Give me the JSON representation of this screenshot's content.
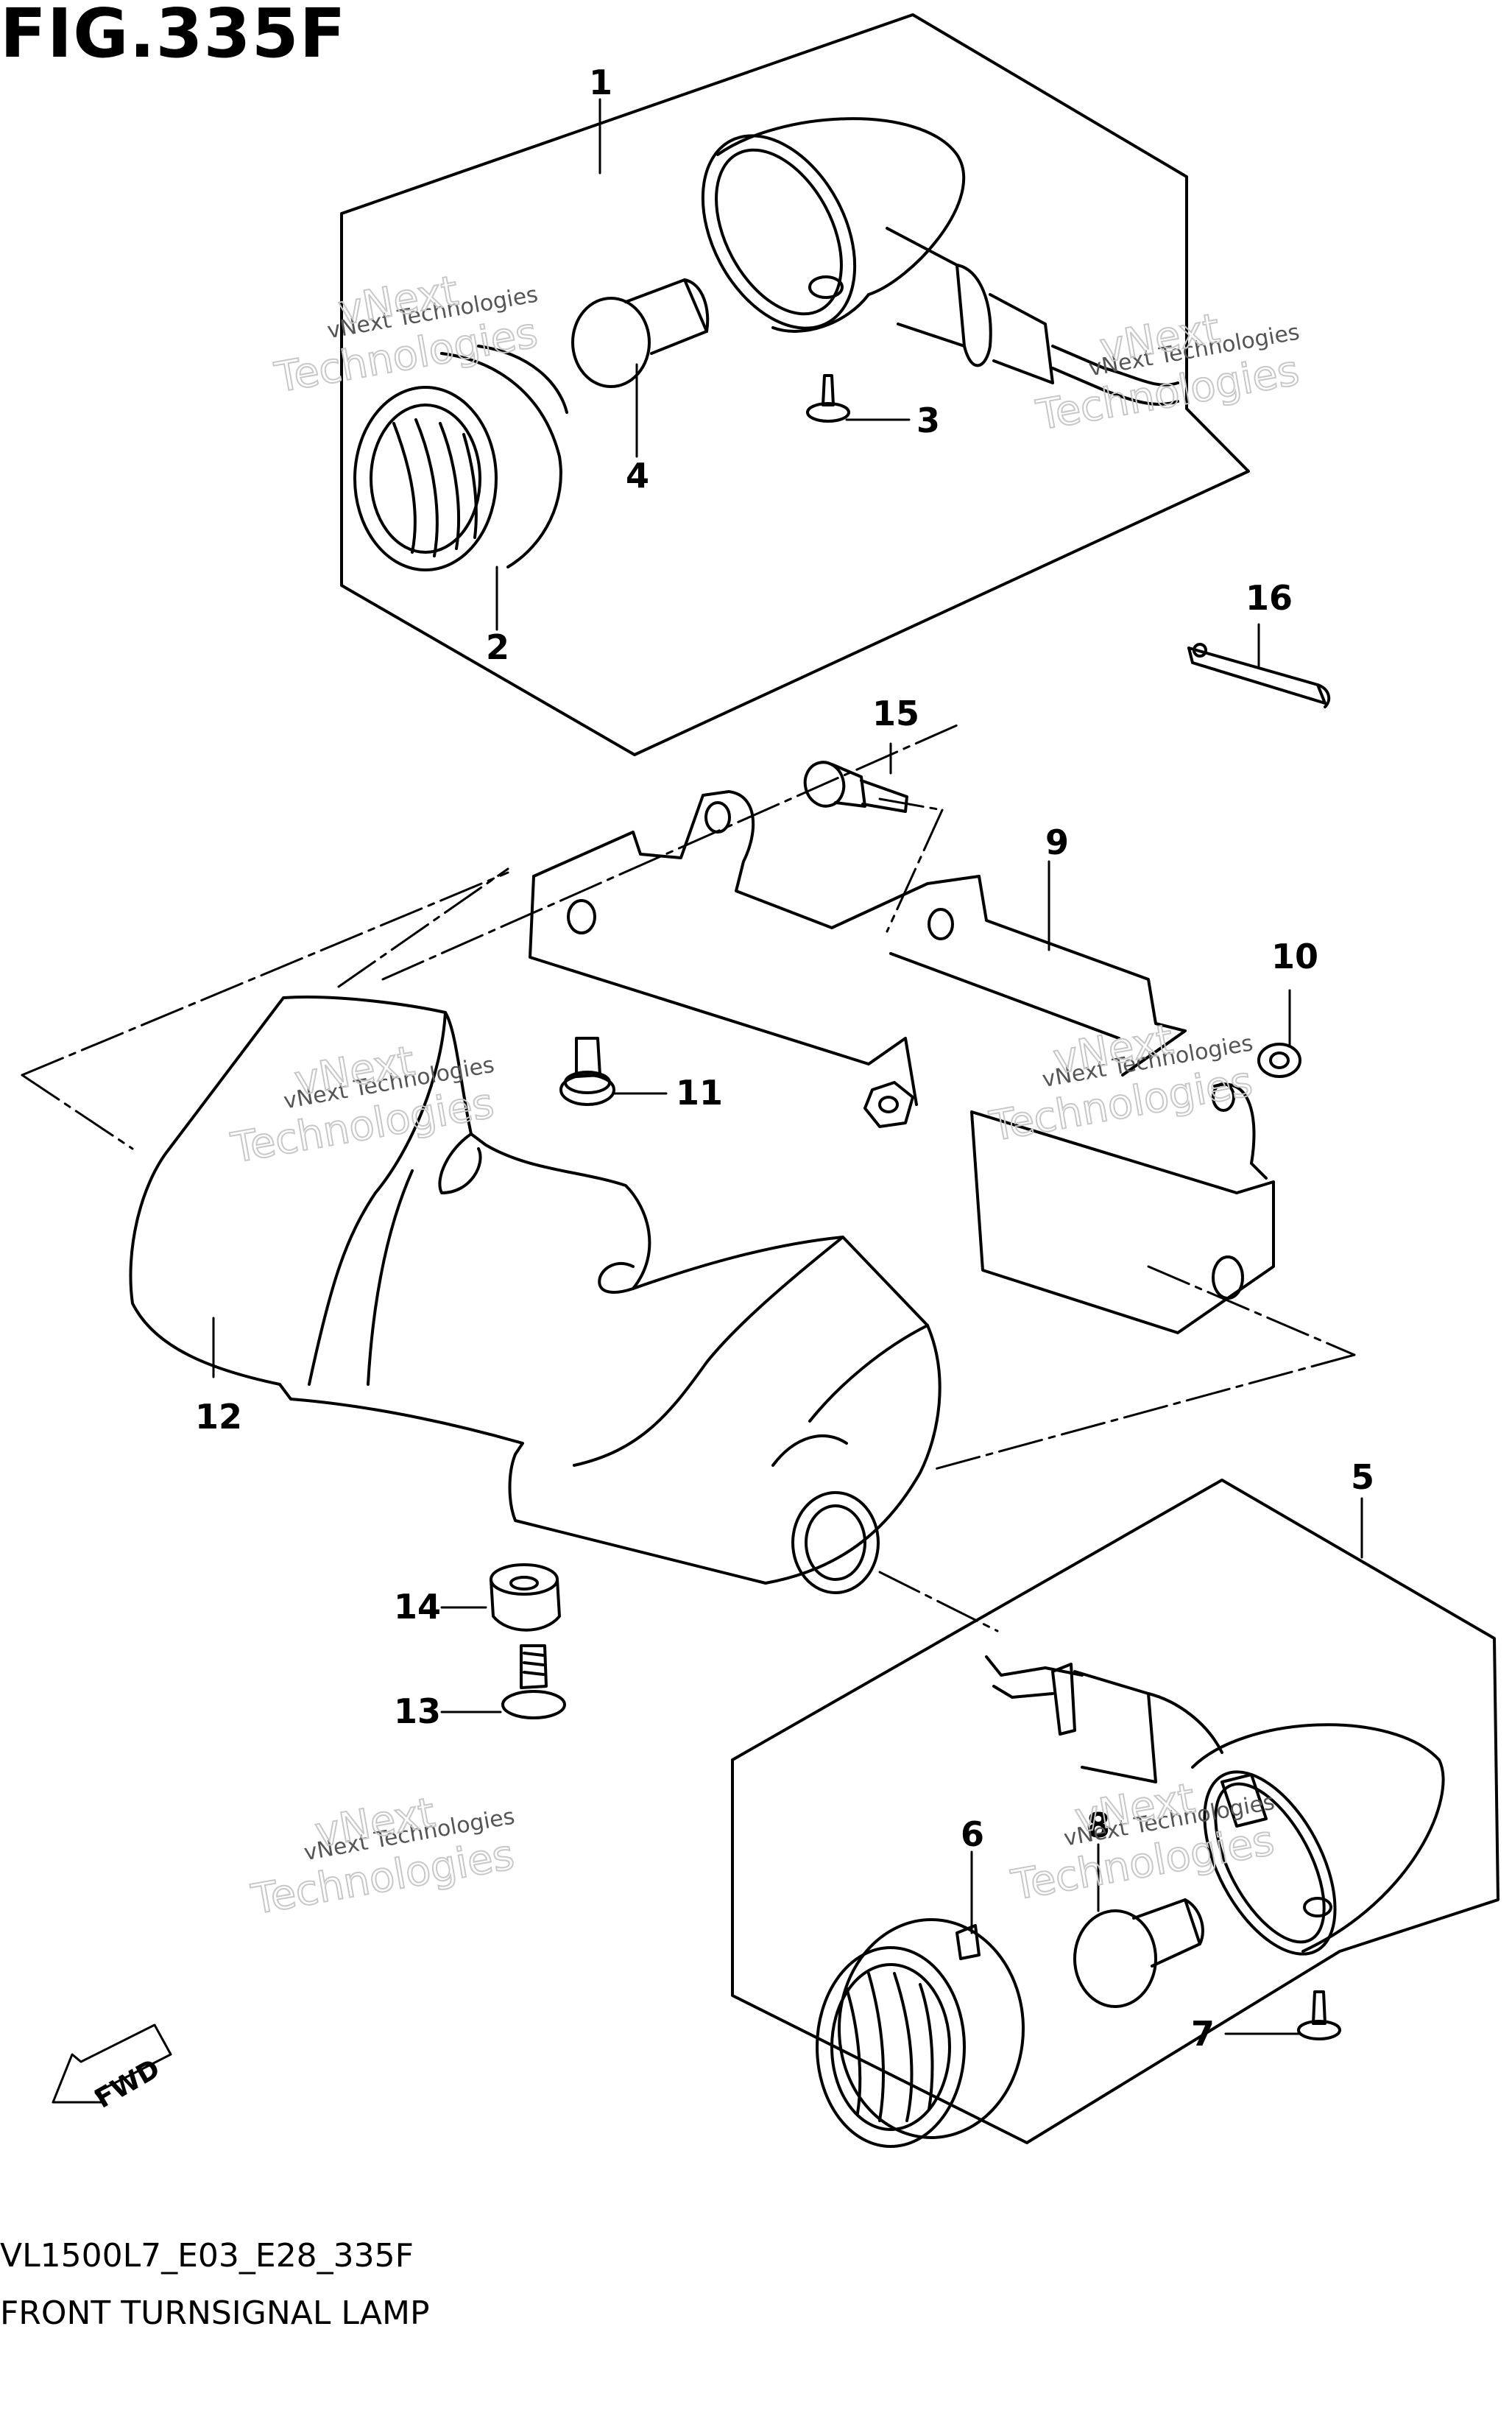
{
  "figure": {
    "title": "FIG.335F",
    "model_code": "VL1500L7_E03_E28_335F",
    "name": "FRONT TURNSIGNAL LAMP"
  },
  "fwd_label": "FWD",
  "watermark": {
    "line1": "vNext Technologies",
    "line2": "vNext",
    "line3": "Technologies"
  },
  "callouts": [
    "1",
    "2",
    "3",
    "4",
    "5",
    "6",
    "7",
    "8",
    "9",
    "10",
    "11",
    "12",
    "13",
    "14",
    "15",
    "16"
  ],
  "colors": {
    "ink": "#000000",
    "watermark": "#c8c8c8",
    "background": "#ffffff"
  }
}
